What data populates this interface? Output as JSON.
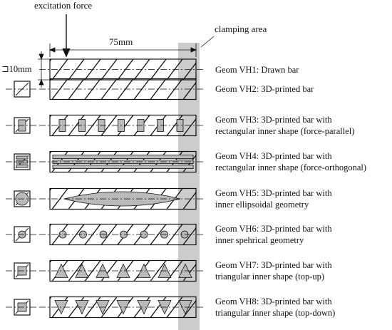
{
  "annotations": {
    "excitation_force": "excitation force",
    "clamping_area": "clamping area",
    "length": "75mm",
    "cross_section": "⊐10mm"
  },
  "geometries": [
    {
      "id": "VH1",
      "line1": "Geom VH1: Drawn bar",
      "line2": "",
      "inner": "none",
      "section": "solid"
    },
    {
      "id": "VH2",
      "line1": "Geom VH2: 3D-printed bar",
      "line2": "",
      "inner": "none",
      "section": "hatched"
    },
    {
      "id": "VH3",
      "line1": "Geom VH3: 3D-printed bar with",
      "line2": "rectangular inner shape (force-parallel)",
      "inner": "rect-parallel",
      "section": "rect-vertical"
    },
    {
      "id": "VH4",
      "line1": "Geom VH4: 3D-printed bar with",
      "line2": "rectangular inner shape (force-orthogonal)",
      "inner": "rect-orthogonal",
      "section": "rect-horizontal"
    },
    {
      "id": "VH5",
      "line1": "Geom VH5: 3D-printed bar with",
      "line2": "inner ellipsoidal geometry",
      "inner": "ellipsoid",
      "section": "circle-large"
    },
    {
      "id": "VH6",
      "line1": "Geom VH6: 3D-printed bar with",
      "line2": "inner spehrical geometry",
      "inner": "spheres",
      "section": "circle-small"
    },
    {
      "id": "VH7",
      "line1": "Geom VH7: 3D-printed bar with",
      "line2": "triangular inner shape (top-up)",
      "inner": "tri-up",
      "section": "square"
    },
    {
      "id": "VH8",
      "line1": "Geom VH8: 3D-printed bar with",
      "line2": "triangular inner shape (top-down)",
      "inner": "tri-down",
      "section": "square"
    }
  ]
}
